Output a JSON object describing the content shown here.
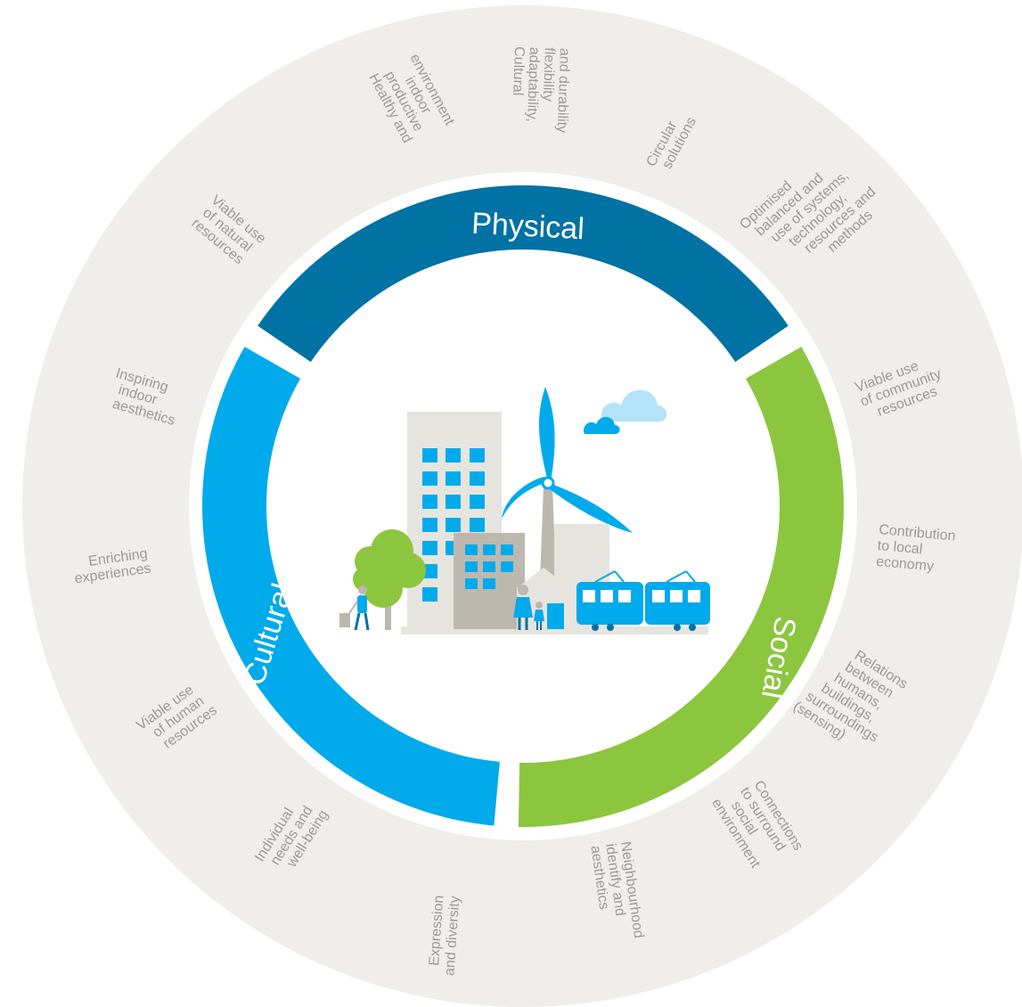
{
  "colors": {
    "outer_ring": "#efeeeb",
    "physical": "#0072a3",
    "cultural": "#00aaeb",
    "social": "#8cc63f",
    "label_text": "#9a9a9a",
    "segment_text": "#ffffff",
    "light_blue": "#b3e3f7",
    "grey_building": "#bdb8ae",
    "light_grey": "#e6e4df"
  },
  "segments": {
    "physical": "Physical",
    "social": "Social",
    "cultural": "Cultural"
  },
  "outer_labels": {
    "cultural_adaptability": [
      "Cultural",
      "adaptability,",
      "flexibility",
      "and durability"
    ],
    "healthy_indoor": [
      "Healthy and",
      "productive",
      "indoor",
      "environment"
    ],
    "circular_solutions": [
      "Circular",
      "solutions"
    ],
    "optimised_balanced": [
      "Optimised",
      "balanced and",
      "use of systems,",
      "technology,",
      "resources and",
      "methods"
    ],
    "natural_resources": [
      "Viable use",
      "of natural",
      "resources"
    ],
    "community_resources": [
      "Viable use",
      "of community",
      "resources"
    ],
    "indoor_aesthetics": [
      "Inspiring",
      "indoor",
      "aesthetics"
    ],
    "local_economy": [
      "Contribution",
      "to local",
      "economy"
    ],
    "enriching_experiences": [
      "Enriching",
      "experiences"
    ],
    "relations": [
      "Relations",
      "between",
      "humans,",
      "buildings,",
      "surroundings",
      "(sensing)"
    ],
    "human_resources": [
      "Viable use",
      "of human",
      "resources"
    ],
    "connections_social": [
      "Connections",
      "to surround",
      "social",
      "environment"
    ],
    "individual_needs": [
      "Individual",
      "needs and",
      "well-being"
    ],
    "expression_diversity": [
      "Expression",
      "and diversity"
    ],
    "neighbourhood": [
      "Neighbourhood",
      "identify and",
      "aesthetics"
    ]
  }
}
